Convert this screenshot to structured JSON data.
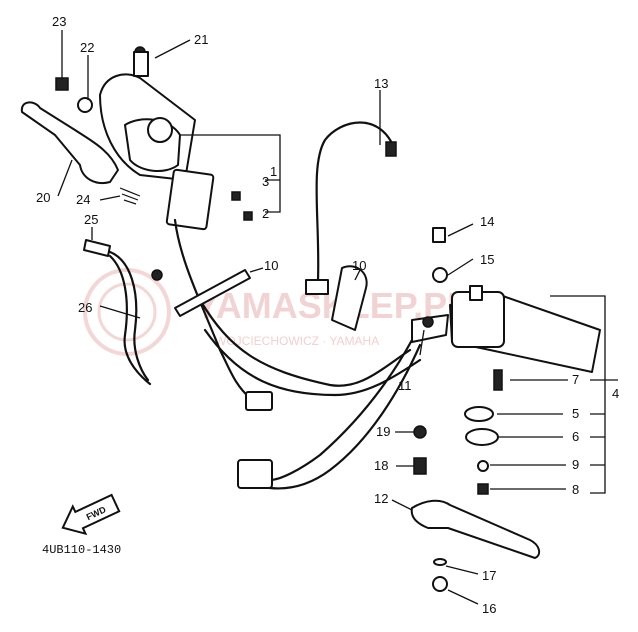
{
  "watermark": {
    "main": "YAMASKLEP.PL",
    "sub": "WOJCIECHOWICZ · YAMAHA"
  },
  "front_badge": "FWD",
  "diagram_code": "4UB110-1430",
  "callouts": [
    "1",
    "2",
    "3",
    "4",
    "5",
    "6",
    "7",
    "8",
    "9",
    "10",
    "10",
    "11",
    "12",
    "13",
    "14",
    "15",
    "16",
    "17",
    "18",
    "19",
    "20",
    "21",
    "22",
    "23",
    "24",
    "25",
    "26"
  ]
}
